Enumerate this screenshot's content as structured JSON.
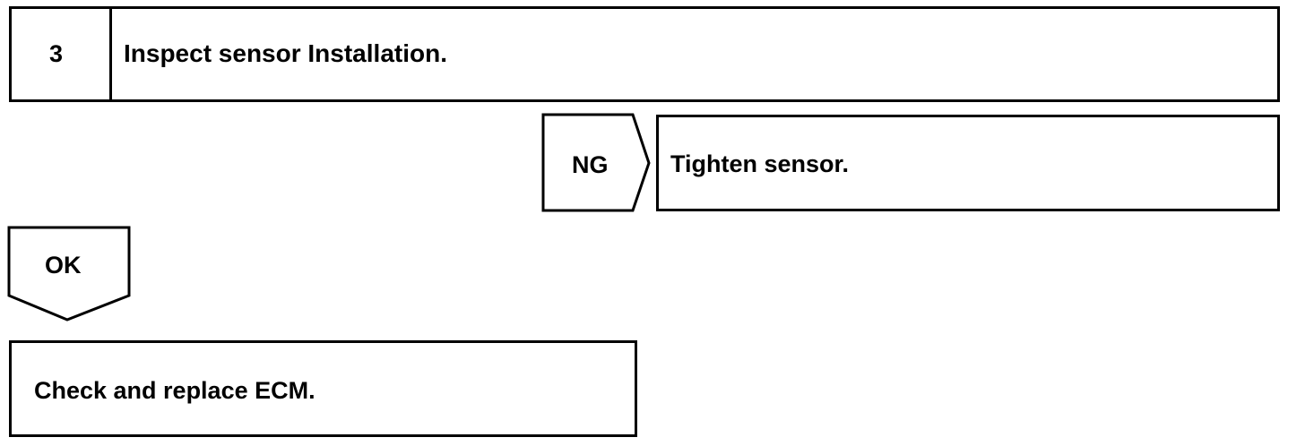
{
  "step": {
    "number": "3",
    "title": "Inspect sensor Installation."
  },
  "ng_branch": {
    "label": "NG",
    "result": "Tighten sensor."
  },
  "ok_branch": {
    "label": "OK",
    "result": "Check and replace ECM."
  },
  "colors": {
    "line": "#000000",
    "background": "#ffffff"
  }
}
